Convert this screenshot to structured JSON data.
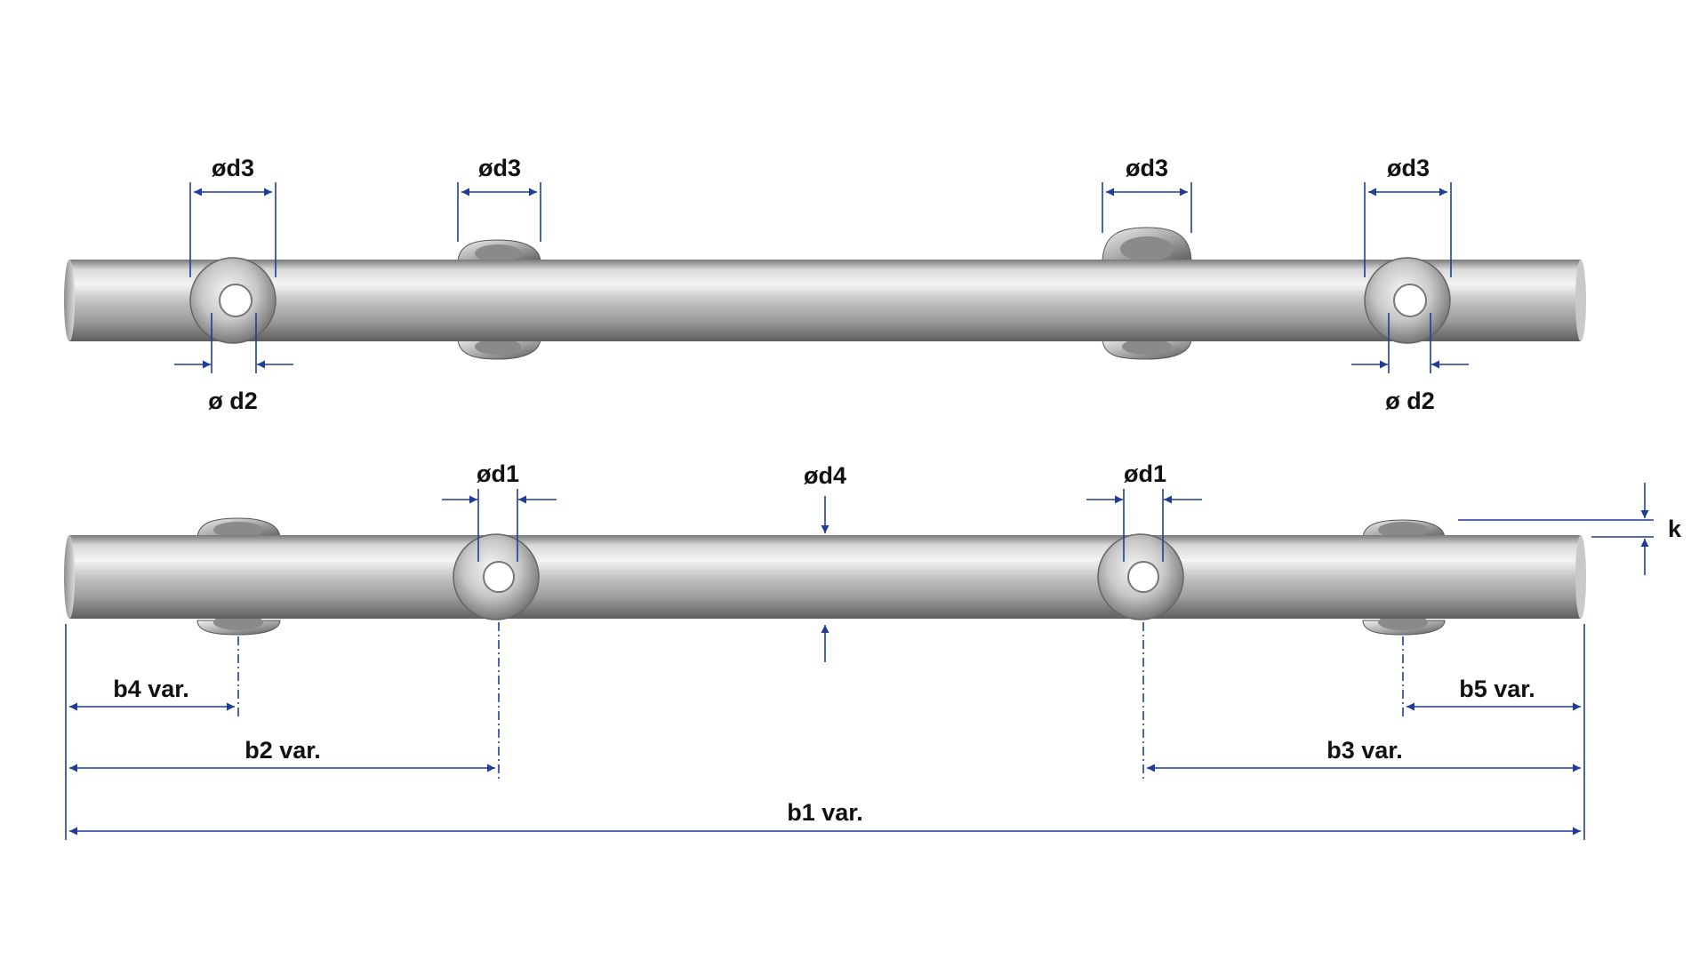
{
  "colors": {
    "background": "#ffffff",
    "dimension_line": "#1f3c99",
    "label_text": "#111111",
    "tube_highlight": "#f2f2f2",
    "tube_mid": "#bdbdbd",
    "tube_shadow": "#6f6f6f"
  },
  "top_tube": {
    "labels": {
      "d3_1": "ød3",
      "d3_2": "ød3",
      "d3_3": "ød3",
      "d3_4": "ød3",
      "d2_left": "ø d2",
      "d2_right": "ø d2"
    }
  },
  "bottom_tube": {
    "labels": {
      "d1_left": "ød1",
      "d1_right": "ød1",
      "d4": "ød4",
      "k": "k",
      "b1": "b1 var.",
      "b2": "b2 var.",
      "b3": "b3 var.",
      "b4": "b4 var.",
      "b5": "b5 var."
    }
  }
}
